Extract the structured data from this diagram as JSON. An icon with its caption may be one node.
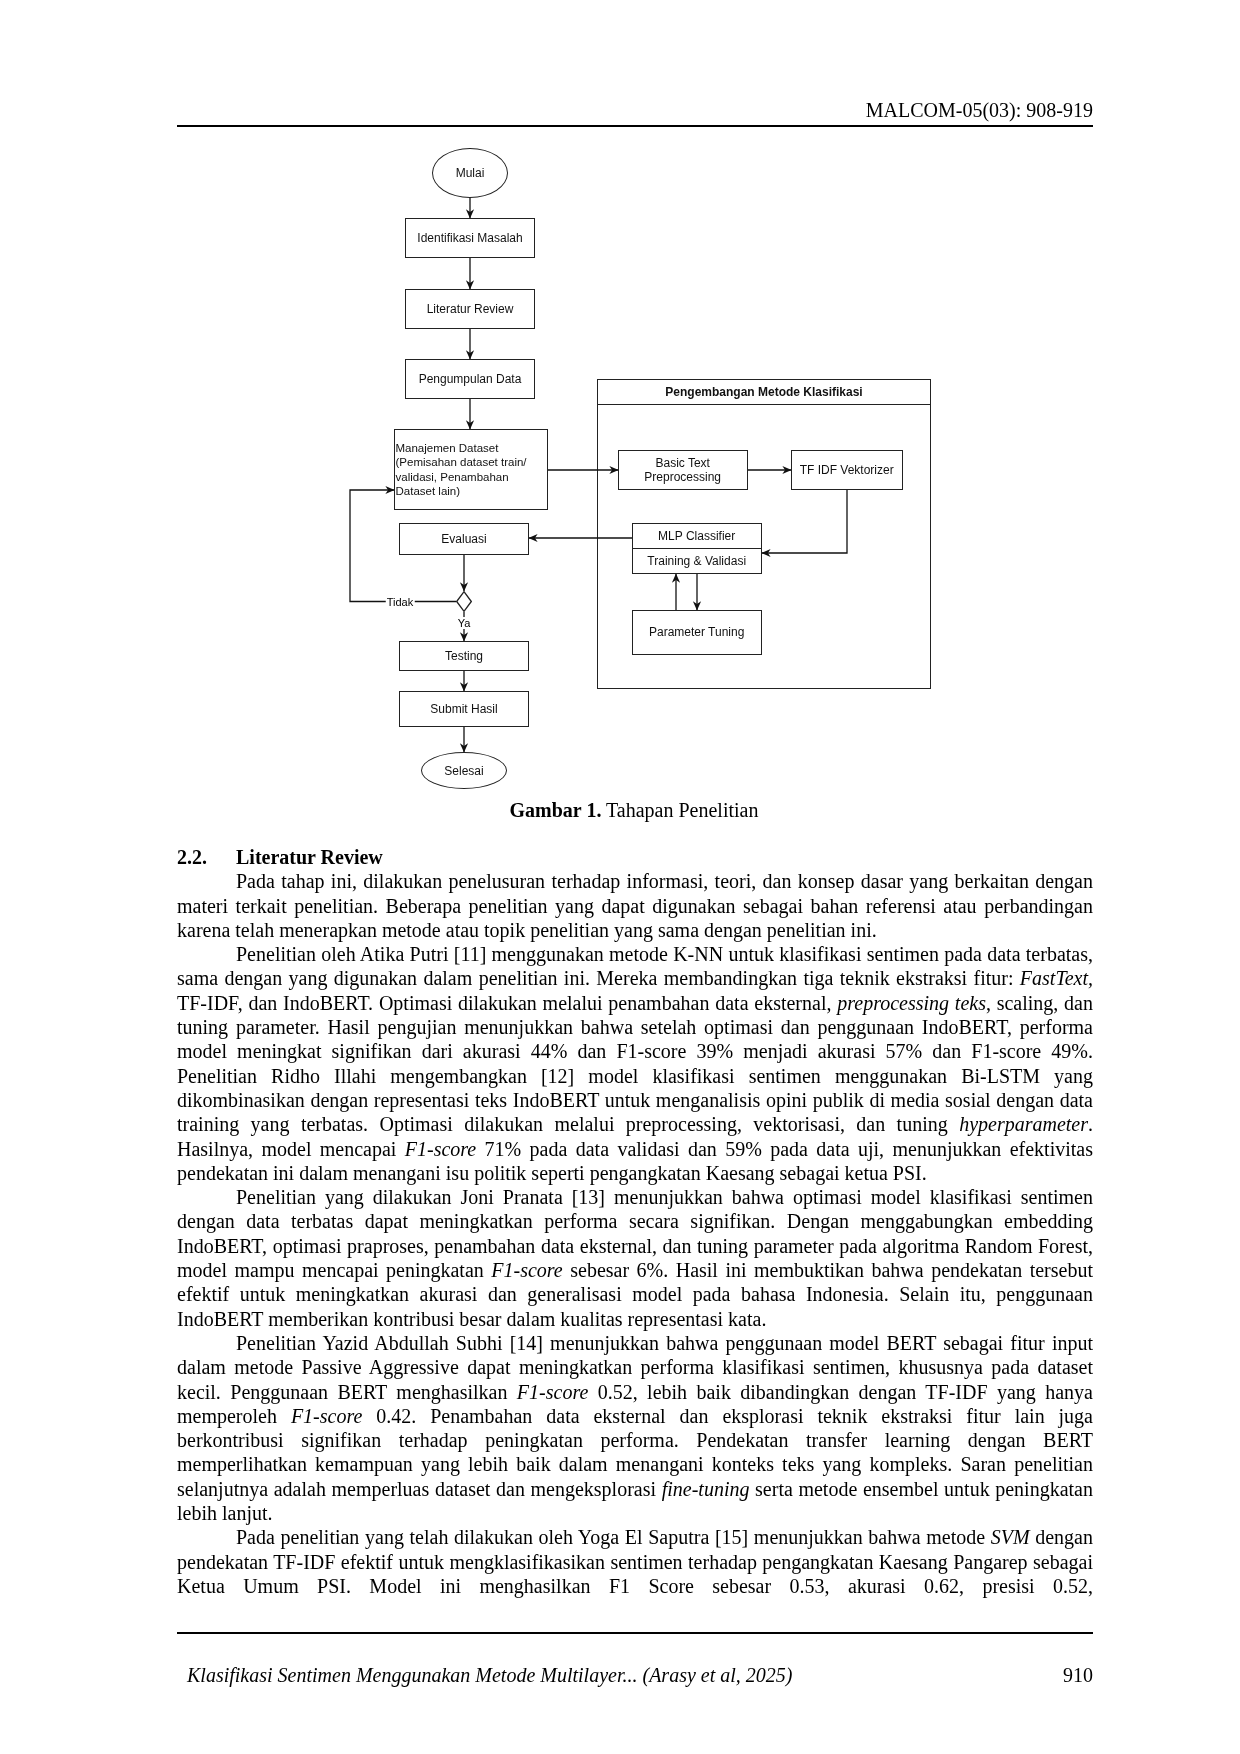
{
  "diagram": {
    "caption": "**Gambar 1.** Tahapan Penelitian",
    "nodes": [
      {
        "text": [
          "Mulai"
        ]
      },
      {
        "text": [
          "Identifikasi Masalah"
        ]
      },
      {
        "text": [
          "Literatur Review"
        ]
      },
      {
        "text": [
          "Pengumpulan Data"
        ]
      },
      {
        "text": [
          "Manajemen Dataset (Pemisahan dataset train/ validasi, Penambahan Dataset lain)"
        ]
      },
      {
        "text": [
          "Pengembangan Metode Klasifikasi"
        ]
      },
      {
        "text": [
          "Basic Text Preprocessing"
        ],
        "in": 5
      },
      {
        "text": [
          "TF IDF Vektorizer"
        ],
        "in": 5
      },
      {
        "text": [
          "MLP Classifier",
          "Training & Validasi"
        ],
        "in": 5
      },
      {
        "text": [
          "Parameter Tuning"
        ],
        "in": 5
      },
      {
        "text": [
          "Evaluasi"
        ]
      },
      {
        "text": [],
        "shape": "diamond"
      },
      {
        "text": [
          "Testing"
        ]
      },
      {
        "text": [
          "Submit Hasil"
        ]
      },
      {
        "text": [
          "Selesai"
        ]
      }
    ],
    "edges": [
      {
        "from": 0,
        "to": 1,
        "arrow": "to"
      },
      {
        "from": 1,
        "to": 2,
        "arrow": "to"
      },
      {
        "from": 2,
        "to": 3,
        "arrow": "to"
      },
      {
        "from": 3,
        "to": 4,
        "arrow": "to"
      },
      {
        "from": 4,
        "to": 6,
        "arrow": "to"
      },
      {
        "from": 6,
        "to": 7,
        "arrow": "to"
      },
      {
        "from": 7,
        "to": 8,
        "arrow": "to"
      },
      {
        "from": 8,
        "to": 10,
        "arrow": "to"
      },
      {
        "from": 8,
        "to": 9,
        "arrow": "to"
      },
      {
        "from": 9,
        "to": 8,
        "arrow": "to"
      },
      {
        "from": 10,
        "to": 11,
        "arrow": "to"
      },
      {
        "from": 11,
        "to": 4,
        "arrow": "to",
        "label": "Tidak"
      },
      {
        "from": 11,
        "to": 12,
        "arrow": "to",
        "label": "Ya"
      },
      {
        "from": 12,
        "to": 13,
        "arrow": "to"
      },
      {
        "from": 13,
        "to": 14,
        "arrow": "to"
      }
    ],
    "labels": [
      "MALCOM-05(03): 908-919",
      "2.2.",
      "Literatur Review",
      "Pada tahap ini, dilakukan penelusuran terhadap informasi, teori, dan konsep dasar yang berkaitan dengan materi terkait penelitian. Beberapa penelitian yang dapat digunakan sebagai bahan referensi atau perbandingan karena telah menerapkan metode atau topik penelitian yang sama dengan penelitian ini.",
      "Penelitian oleh Atika Putri [11] menggunakan metode K-NN untuk klasifikasi sentimen pada data terbatas, sama dengan yang digunakan dalam penelitian ini. Mereka membandingkan tiga teknik ekstraksi fitur: *FastText,* TF-IDF, dan IndoBERT. Optimasi dilakukan melalui penambahan data eksternal, *preprocessing teks*, scaling, dan tuning parameter. Hasil pengujian menunjukkan bahwa setelah optimasi dan penggunaan IndoBERT, performa model meningkat signifikan dari akurasi 44% dan F1-score 39% menjadi akurasi 57% dan F1-score 49%. Penelitian Ridho Illahi mengembangkan [12] model klasifikasi sentimen menggunakan Bi-LSTM yang dikombinasikan dengan representasi teks IndoBERT untuk menganalisis opini publik di media sosial dengan data training yang terbatas. Optimasi dilakukan melalui preprocessing, vektorisasi, dan tuning *hyperparameter*. Hasilnya, model mencapai *F1-score* 71% pada data validasi dan 59% pada data uji, menunjukkan efektivitas pendekatan ini dalam menangani isu politik seperti pengangkatan Kaesang sebagai ketua PSI.",
      "Penelitian yang dilakukan Joni Pranata [13] menunjukkan bahwa optimasi model klasifikasi sentimen dengan data terbatas dapat meningkatkan performa secara signifikan. Dengan menggabungkan embedding IndoBERT, optimasi praproses, penambahan data eksternal, dan tuning parameter pada algoritma Random Forest, model mampu mencapai peningkatan *F1-score* sebesar 6%. Hasil ini membuktikan bahwa pendekatan tersebut efektif untuk meningkatkan akurasi dan generalisasi model pada bahasa Indonesia. Selain itu, penggunaan IndoBERT memberikan kontribusi besar dalam kualitas representasi kata.",
      "Penelitian Yazid Abdullah Subhi [14] menunjukkan bahwa penggunaan model BERT sebagai fitur input dalam metode Passive Aggressive dapat meningkatkan performa klasifikasi sentimen, khususnya pada dataset kecil. Penggunaan BERT menghasilkan *F1-score* 0.52, lebih baik dibandingkan dengan TF-IDF yang hanya memperoleh *F1-score* 0.42. Penambahan data eksternal dan eksplorasi teknik ekstraksi fitur lain juga berkontribusi signifikan terhadap peningkatan performa. Pendekatan transfer learning dengan BERT memperlihatkan kemampuan yang lebih baik dalam menangani konteks teks yang kompleks. Saran penelitian selanjutnya adalah memperluas dataset dan mengeksplorasi *fine-tuning* serta metode ensembel untuk peningkatan lebih lanjut.",
      "Pada penelitian yang telah dilakukan oleh Yoga El Saputra [15] menunjukkan bahwa metode *SVM* dengan pendekatan TF-IDF efektif untuk mengklasifikasikan sentimen terhadap pengangkatan Kaesang Pangarep sebagai Ketua Umum PSI. Model ini menghasilkan F1 Score sebesar 0.53, akurasi 0.62, presisi 0.52,",
      "Klasifikasi Sentimen Menggunakan Metode Multilayer... (Arasy et al, 2025)",
      "910"
    ]
  }
}
